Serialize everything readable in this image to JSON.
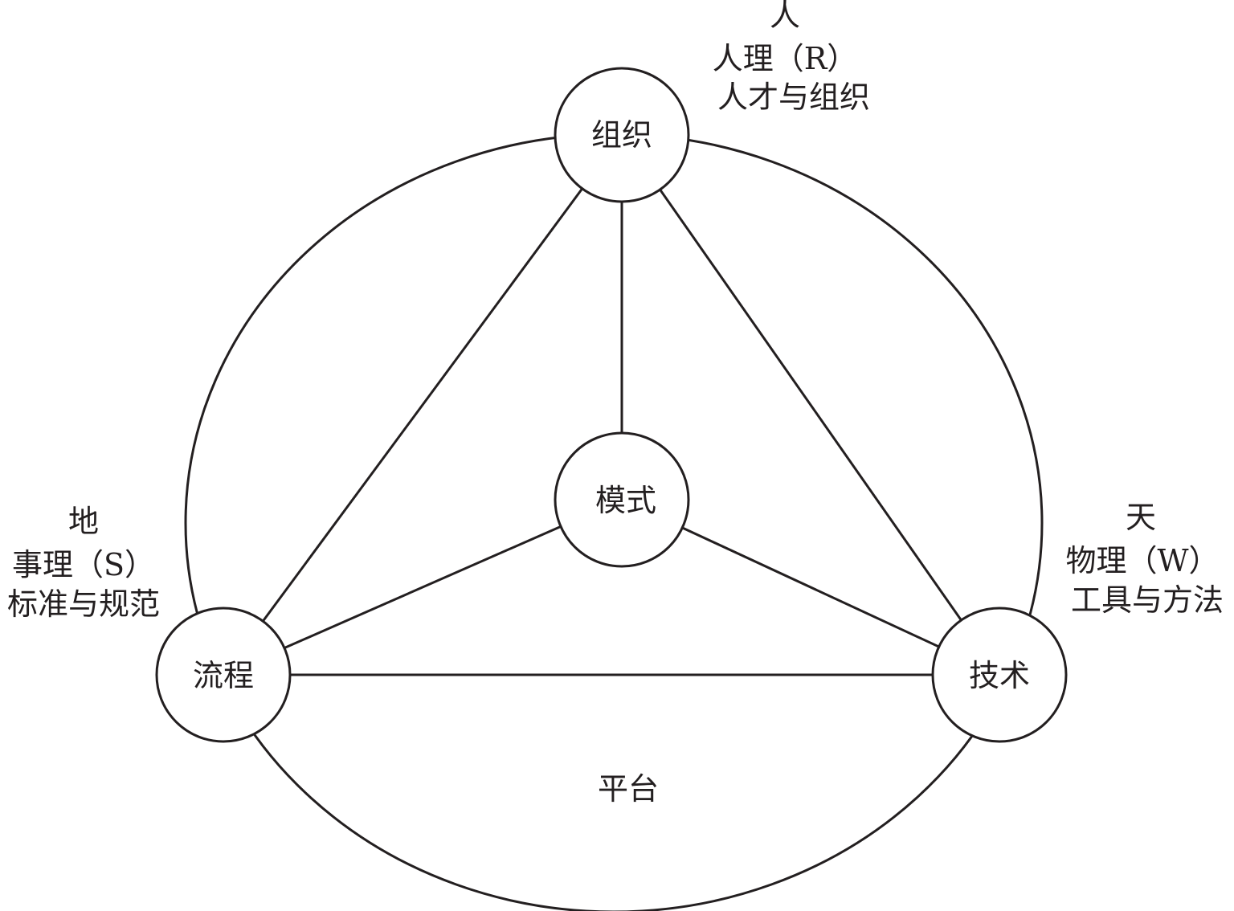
{
  "nodes": {
    "organization": {
      "label": "组织"
    },
    "process": {
      "label": "流程"
    },
    "technology": {
      "label": "技术"
    },
    "model": {
      "label": "模式"
    }
  },
  "platform": {
    "label": "平台"
  },
  "captions": {
    "top": {
      "line1": "人",
      "line2": "人理（R）",
      "line3": "人才与组织"
    },
    "left": {
      "line1": "地",
      "line2": "事理（S）",
      "line3": "标准与规范"
    },
    "right": {
      "line1": "天",
      "line2": "物理（W）",
      "line3": "工具与方法"
    }
  },
  "colors": {
    "line": "#231f20",
    "background": "#ffffff"
  }
}
